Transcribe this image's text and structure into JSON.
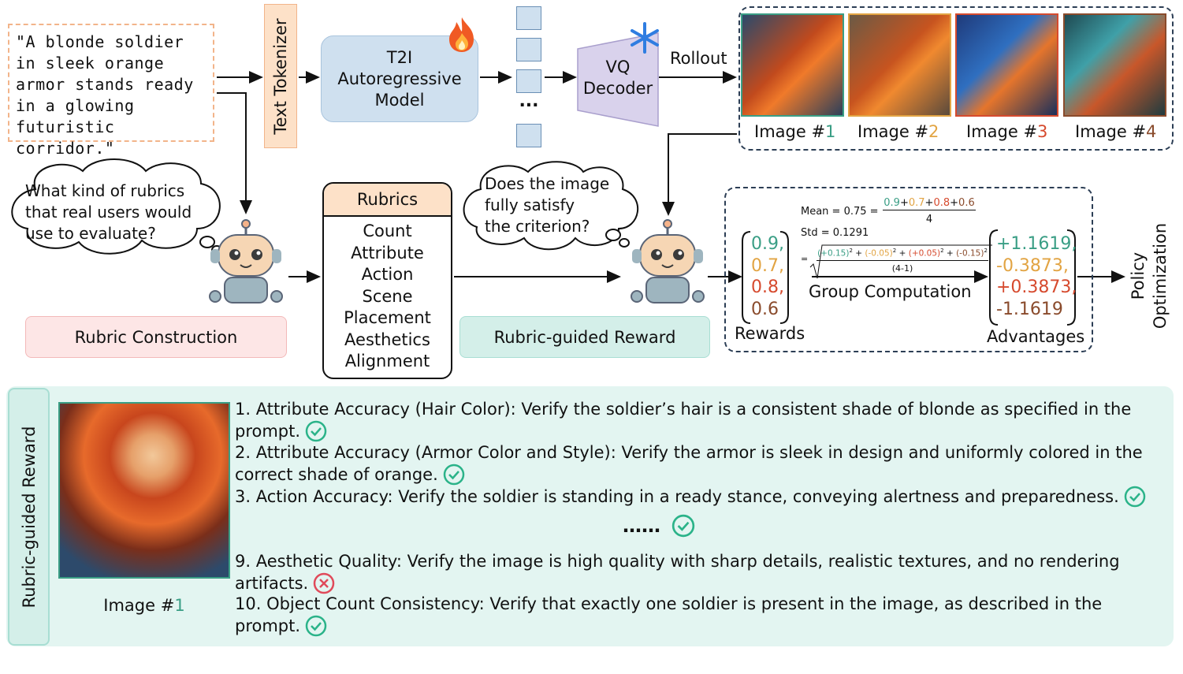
{
  "prompt": "\"A blonde soldier in sleek orange armor stands ready in a glowing futuristic corridor.\"",
  "text_tokenizer": "Text Tokenizer",
  "t2i_model": {
    "line1": "T2I",
    "line2": "Autoregressive",
    "line3": "Model"
  },
  "token_ellipsis": "...",
  "vq_decoder": {
    "line1": "VQ",
    "line2": "Decoder"
  },
  "rollout_label": "Rollout",
  "images": [
    {
      "prefix": "Image #",
      "num": "1",
      "color": "#3a9e85"
    },
    {
      "prefix": "Image #",
      "num": "2",
      "color": "#e2a443"
    },
    {
      "prefix": "Image #",
      "num": "3",
      "color": "#d64a2e"
    },
    {
      "prefix": "Image #",
      "num": "4",
      "color": "#8a4b2c"
    }
  ],
  "thought_left": {
    "line1": "What kind of rubrics",
    "line2": "that real users would",
    "line3": "use to evaluate?"
  },
  "thought_mid": {
    "line1": "Does the image",
    "line2": "fully satisfy",
    "line3": "the criterion?"
  },
  "rubrics": {
    "header": "Rubrics",
    "items": [
      "Count",
      "Attribute",
      "Action",
      "Scene",
      "Placement",
      "Aesthetics",
      "Alignment"
    ]
  },
  "rubric_construction": "Rubric Construction",
  "rubric_guided_reward": "Rubric-guided Reward",
  "group": {
    "mean_label": "Mean = 0.75 =",
    "mean_terms": [
      {
        "t": "0.9",
        "c": "#3a9e85"
      },
      {
        "t": "+",
        "c": "#111111"
      },
      {
        "t": "0.7",
        "c": "#e2a443"
      },
      {
        "t": "+",
        "c": "#111111"
      },
      {
        "t": "0.8",
        "c": "#d64a2e"
      },
      {
        "t": "+",
        "c": "#111111"
      },
      {
        "t": "0.6",
        "c": "#8a4b2c"
      }
    ],
    "mean_den": "4",
    "std_label": "Std  = 0.1291",
    "std_eq": "=",
    "std_terms": [
      {
        "t": "(+0.15)",
        "c": "#3a9e85"
      },
      {
        "t": "2",
        "c": "#111111",
        "sup": true
      },
      {
        "t": " + ",
        "c": "#111111"
      },
      {
        "t": "(-0.05)",
        "c": "#e2a443"
      },
      {
        "t": "2",
        "c": "#111111",
        "sup": true
      },
      {
        "t": " + ",
        "c": "#111111"
      },
      {
        "t": "(+0.05)",
        "c": "#d64a2e"
      },
      {
        "t": "2",
        "c": "#111111",
        "sup": true
      },
      {
        "t": " + ",
        "c": "#111111"
      },
      {
        "t": "(-0.15)",
        "c": "#8a4b2c"
      },
      {
        "t": "2",
        "c": "#111111",
        "sup": true
      }
    ],
    "std_den": "(4-1)",
    "rewards": [
      {
        "v": "0.9,",
        "c": "#3a9e85"
      },
      {
        "v": "0.7,",
        "c": "#e2a443"
      },
      {
        "v": "0.8,",
        "c": "#d64a2e"
      },
      {
        "v": "0.6",
        "c": "#8a4b2c"
      }
    ],
    "rewards_label": "Rewards",
    "group_computation": "Group Computation",
    "advantages": [
      {
        "v": "+1.1619,",
        "c": "#3a9e85"
      },
      {
        "v": "-0.3873,",
        "c": "#e2a443"
      },
      {
        "v": "+0.3873,",
        "c": "#d64a2e"
      },
      {
        "v": "-1.1619",
        "c": "#8a4b2c"
      }
    ],
    "advantages_label": "Advantages"
  },
  "policy": {
    "line1": "Policy",
    "line2": "Optimization"
  },
  "bottom": {
    "side_label": "Rubric-guided Reward",
    "image_label_prefix": "Image #",
    "image_label_num": "1",
    "image_label_color": "#3a9e85",
    "criteria": [
      {
        "text": "1. Attribute Accuracy (Hair Color): Verify the soldier’s hair is a consistent shade of blonde as specified in the prompt.",
        "ok": true
      },
      {
        "text": "2. Attribute Accuracy (Armor Color and Style): Verify the armor is sleek in design and uniformly colored in the correct shade of orange.",
        "ok": true
      },
      {
        "text": "3. Action Accuracy: Verify the soldier is standing in a ready stance, conveying alertness and preparedness.",
        "ok": true
      },
      {
        "text": "9. Aesthetic Quality: Verify the image is high quality with sharp details, realistic textures, and no rendering artifacts.",
        "ok": false
      },
      {
        "text": "10. Object Count Consistency: Verify that exactly one soldier is present in the image, as described in the prompt.",
        "ok": true
      }
    ],
    "ellipsis": "……"
  },
  "colors": {
    "pass": "#2bb389",
    "fail": "#e04a5a",
    "accent_orange": "#f2b48a",
    "accent_teal": "#a8ded3"
  }
}
